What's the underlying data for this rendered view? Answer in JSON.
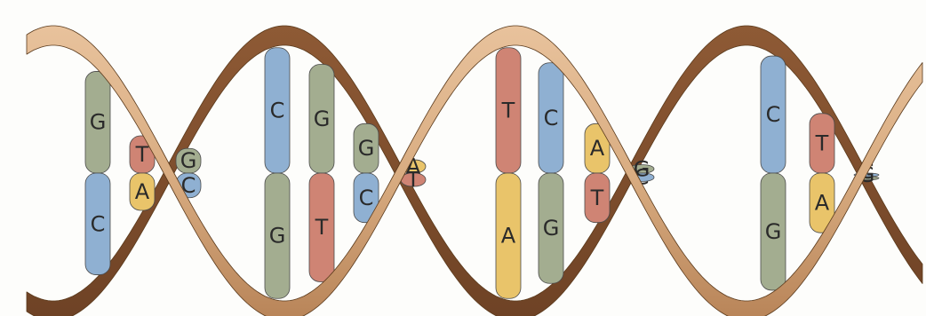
{
  "colors": {
    "A": "#e9c46a",
    "T": "#cf8474",
    "C": "#8fb0d2",
    "G": "#a3ad90",
    "backbone_light": "#d9ad82",
    "backbone_dark": "#8e5a35",
    "background": "#fdfdfb"
  },
  "base_pairs": [
    {
      "top": "G",
      "bottom": "C"
    },
    {
      "top": "T",
      "bottom": "A"
    },
    {
      "top": "G",
      "bottom": "C"
    },
    {
      "top": "C",
      "bottom": "G"
    },
    {
      "top": "G",
      "bottom": "T"
    },
    {
      "top": "G",
      "bottom": "C"
    },
    {
      "top": "A",
      "bottom": "T"
    },
    {
      "top": "T",
      "bottom": "A"
    },
    {
      "top": "C",
      "bottom": "G"
    },
    {
      "top": "A",
      "bottom": "T"
    },
    {
      "top": "G",
      "bottom": "C"
    },
    {
      "top": "C",
      "bottom": "G"
    },
    {
      "top": "T",
      "bottom": "A"
    },
    {
      "top": "G",
      "bottom": "C"
    }
  ]
}
